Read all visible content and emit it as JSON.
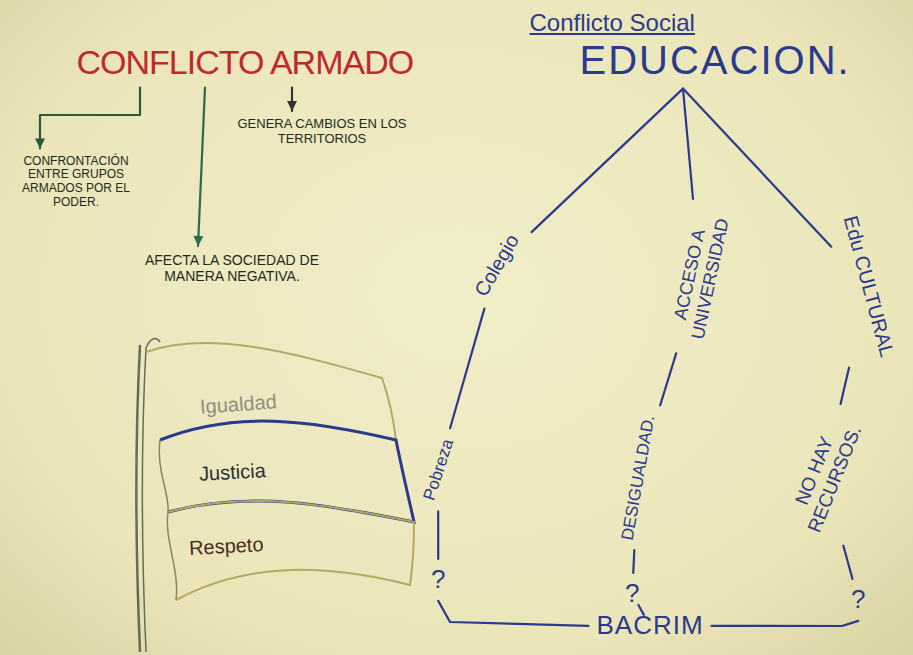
{
  "diagram": {
    "nodes": [
      {
        "text": [
          "CONFLICTO ARMADO"
        ]
      },
      {
        "text": [
          "CONFRONTACIÓN ENTRE GRUPOS ARMADOS POR EL PODER."
        ]
      },
      {
        "text": [
          "GENERA CAMBIOS EN LOS TERRITORIOS"
        ]
      },
      {
        "text": [
          "AFECTA LA SOCIEDAD DE MANERA NEGATIVA."
        ]
      },
      {
        "text": [
          "Igualdad"
        ]
      },
      {
        "text": [
          "Justicia"
        ]
      },
      {
        "text": [
          "Respeto"
        ]
      },
      {
        "text": [
          "Conflicto Social",
          "EDUCACION."
        ]
      },
      {
        "text": [
          "Colegio"
        ]
      },
      {
        "text": [
          "ACCESO A UNIVERSIDAD"
        ]
      },
      {
        "text": [
          "Edu CULTURAL"
        ]
      },
      {
        "text": [
          "Pobreza"
        ]
      },
      {
        "text": [
          "?"
        ]
      },
      {
        "text": [
          "DESIGUALDAD."
        ]
      },
      {
        "text": [
          "?"
        ]
      },
      {
        "text": [
          "NO HAY RECURSOS."
        ]
      },
      {
        "text": [
          "?"
        ]
      },
      {
        "text": [
          "BACRIM"
        ]
      }
    ],
    "edges": [
      {
        "from": 0,
        "to": 1,
        "arrow": "to"
      },
      {
        "from": 0,
        "to": 3,
        "arrow": "to"
      },
      {
        "from": 0,
        "to": 2,
        "arrow": "to"
      },
      {
        "from": 7,
        "to": 8,
        "arrow": "none"
      },
      {
        "from": 7,
        "to": 9,
        "arrow": "none"
      },
      {
        "from": 7,
        "to": 10,
        "arrow": "none"
      },
      {
        "from": 8,
        "to": 11,
        "arrow": "none"
      },
      {
        "from": 11,
        "to": 12,
        "arrow": "none"
      },
      {
        "from": 9,
        "to": 13,
        "arrow": "none"
      },
      {
        "from": 13,
        "to": 14,
        "arrow": "none"
      },
      {
        "from": 10,
        "to": 15,
        "arrow": "none"
      },
      {
        "from": 15,
        "to": 16,
        "arrow": "none"
      },
      {
        "from": 12,
        "to": 17,
        "arrow": "none"
      },
      {
        "from": 14,
        "to": 17,
        "arrow": "none"
      },
      {
        "from": 16,
        "to": 17,
        "arrow": "none"
      }
    ]
  }
}
